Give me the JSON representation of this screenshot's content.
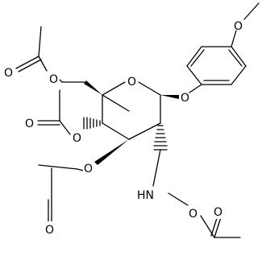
{
  "molecule": {
    "atoms": {
      "ring_oxygen": "O",
      "phenoxy_oxygen": "O",
      "methoxy_oxygen": "O",
      "c6_ester_oxygen": "O",
      "c6_carbonyl_oxygen": "O",
      "c4_ester_oxygen": "O",
      "c4_carbonyl_oxygen": "O",
      "c3_ester_oxygen": "O",
      "c3_carbonyl_oxygen": "O",
      "amine": "HN",
      "hydroxylamine_oxygen": "O",
      "n_acetyl_carbonyl_oxygen": "O"
    }
  }
}
